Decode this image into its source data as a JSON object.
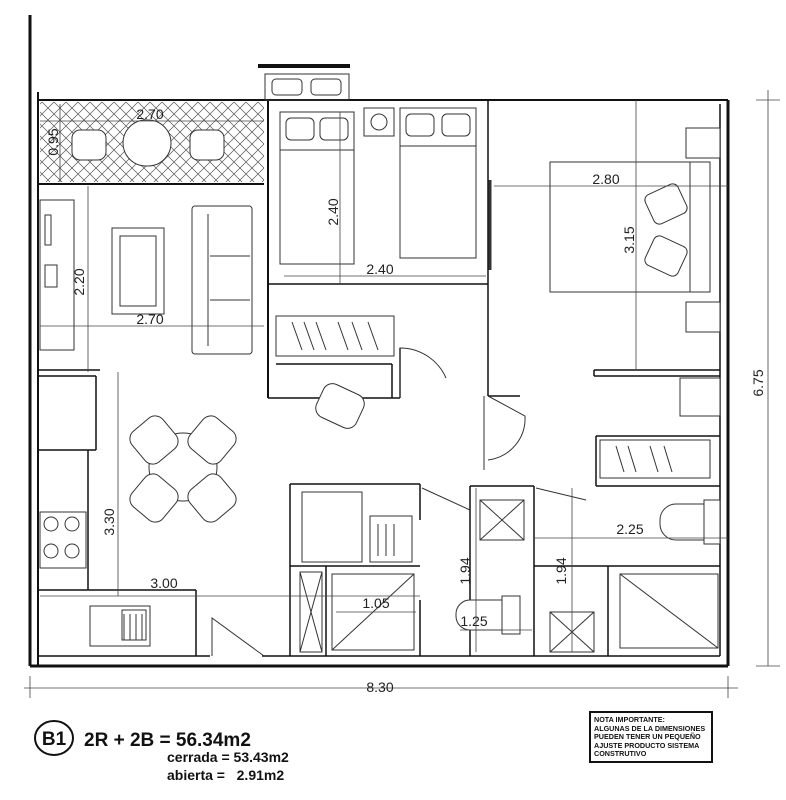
{
  "unit": {
    "code": "B1",
    "formula": "2R + 2B = 56.34m2",
    "closed": "cerrada = 53.43m2",
    "open": "abierta =   2.91m2"
  },
  "note": {
    "lines": [
      "NOTA IMPORTANTE:",
      "ALGUNAS DE LA DIMENSIONES",
      "PUEDEN TENER UN PEQUEÑO",
      "AJUSTE PRODUCTO SISTEMA",
      "CONSTRUTIVO"
    ]
  },
  "dimensions": {
    "balcony_width": "2.70",
    "balcony_depth": "0.95",
    "living_height": "2.20",
    "living_width": "2.70",
    "bedroom2_length": "2.40",
    "bedroom2_width": "2.40",
    "master_width": "2.80",
    "master_length": "3.15",
    "dining_height": "3.30",
    "kitchen_width": "3.00",
    "laundry_width": "1.05",
    "bath1_width": "1.25",
    "bath1_depth": "1.94",
    "bath2_depth": "1.94",
    "bath2_width": "2.25",
    "total_width": "8.30",
    "total_depth": "6.75"
  }
}
